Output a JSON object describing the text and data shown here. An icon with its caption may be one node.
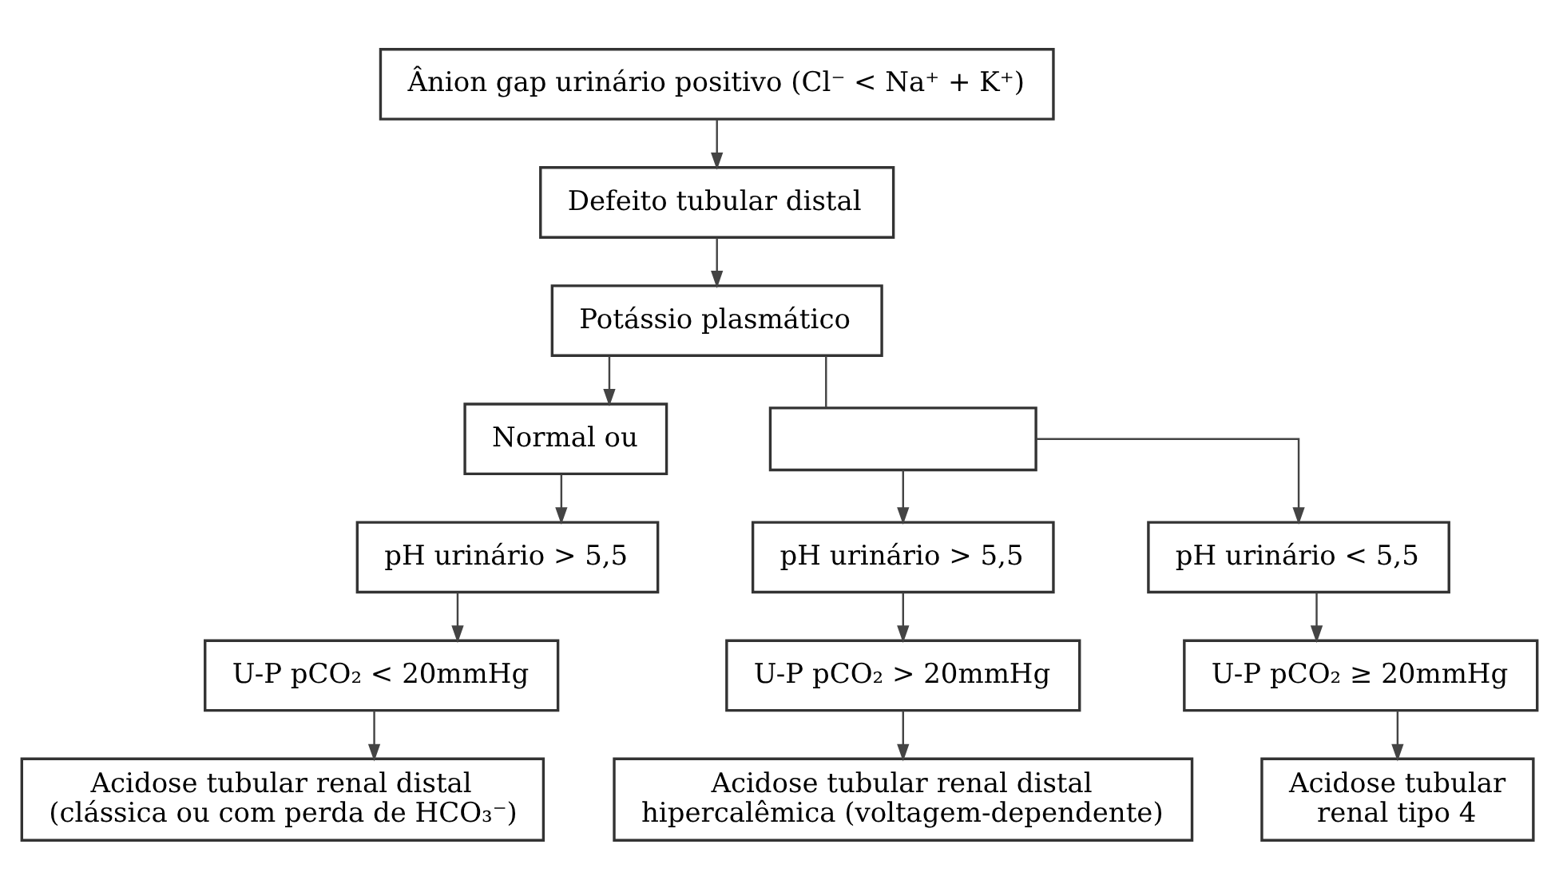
{
  "diagram": {
    "nodes": [
      {
        "text": [
          "Ânion gap urinário positivo (Cl⁻ < Na⁺ + K⁺)"
        ]
      },
      {
        "text": [
          "Defeito tubular distal"
        ]
      },
      {
        "text": [
          "Potássio plasmático"
        ]
      },
      {
        "text": [
          "Normal ou"
        ]
      },
      {
        "text": [],
        "shape": "box"
      },
      {
        "text": [
          "pH urinário > 5,5"
        ]
      },
      {
        "text": [
          "pH urinário > 5,5"
        ]
      },
      {
        "text": [
          "pH urinário < 5,5"
        ]
      },
      {
        "text": [
          "U-P pCO₂ < 20mmHg"
        ]
      },
      {
        "text": [
          "U-P pCO₂ > 20mmHg"
        ]
      },
      {
        "text": [
          "U-P pCO₂ ≥ 20mmHg"
        ]
      },
      {
        "text": [
          "Acidose tubular renal distal (clássica ou com perda de HCO₃⁻)"
        ]
      },
      {
        "text": [
          "Acidose tubular renal distal hipercalêmica (voltagem-dependente)"
        ]
      },
      {
        "text": [
          "Acidose tubular renal tipo 4"
        ]
      }
    ],
    "edges": [
      {
        "from": 0,
        "to": 1,
        "arrow": "to"
      },
      {
        "from": 1,
        "to": 2,
        "arrow": "to"
      },
      {
        "from": 2,
        "to": 3,
        "arrow": "to"
      },
      {
        "from": 2,
        "to": 4,
        "arrow": "none"
      },
      {
        "from": 3,
        "to": 5,
        "arrow": "to"
      },
      {
        "from": 4,
        "to": 6,
        "arrow": "to"
      },
      {
        "from": 4,
        "to": 7,
        "arrow": "to"
      },
      {
        "from": 5,
        "to": 8,
        "arrow": "to"
      },
      {
        "from": 6,
        "to": 9,
        "arrow": "to"
      },
      {
        "from": 7,
        "to": 10,
        "arrow": "to"
      },
      {
        "from": 8,
        "to": 11,
        "arrow": "to"
      },
      {
        "from": 9,
        "to": 12,
        "arrow": "to"
      },
      {
        "from": 10,
        "to": 13,
        "arrow": "to"
      }
    ]
  }
}
